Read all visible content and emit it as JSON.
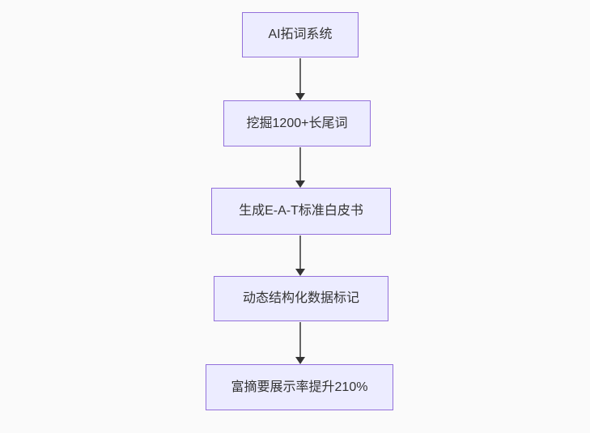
{
  "diagram": {
    "type": "flowchart",
    "direction": "top-down",
    "nodes": [
      {
        "id": "n1",
        "label": "AI拓词系统"
      },
      {
        "id": "n2",
        "label": "挖掘1200+长尾词"
      },
      {
        "id": "n3",
        "label": "生成E-A-T标准白皮书"
      },
      {
        "id": "n4",
        "label": "动态结构化数据标记"
      },
      {
        "id": "n5",
        "label": "富摘要展示率提升210%"
      }
    ],
    "edges": [
      {
        "from": "n1",
        "to": "n2"
      },
      {
        "from": "n2",
        "to": "n3"
      },
      {
        "from": "n3",
        "to": "n4"
      },
      {
        "from": "n4",
        "to": "n5"
      }
    ],
    "colors": {
      "background": "#fafafa",
      "node_fill": "#ececff",
      "node_border": "#9370db",
      "node_text": "#333333",
      "edge_line": "#666666",
      "edge_arrowhead": "#333333"
    }
  }
}
